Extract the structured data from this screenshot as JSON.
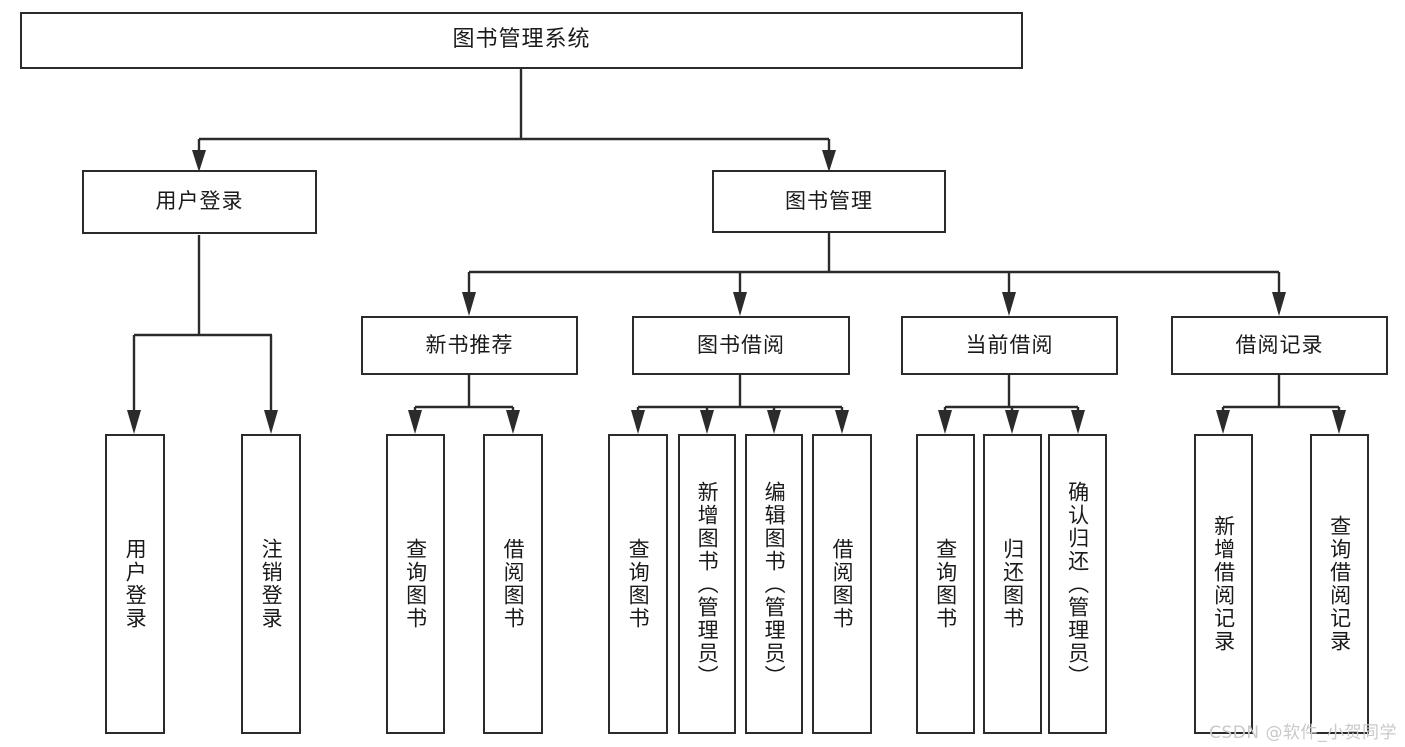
{
  "diagram": {
    "title": "图书管理系统",
    "type": "hierarchy-tree",
    "root": {
      "label": "图书管理系统"
    },
    "level2": [
      {
        "label": "用户登录"
      },
      {
        "label": "图书管理"
      }
    ],
    "level3": [
      {
        "label": "新书推荐",
        "parent": "图书管理"
      },
      {
        "label": "图书借阅",
        "parent": "图书管理"
      },
      {
        "label": "当前借阅",
        "parent": "图书管理"
      },
      {
        "label": "借阅记录",
        "parent": "图书管理"
      }
    ],
    "leaves": [
      {
        "label": "用户登录",
        "parent": "用户登录"
      },
      {
        "label": "注销登录",
        "parent": "用户登录"
      },
      {
        "label": "查询图书",
        "parent": "新书推荐"
      },
      {
        "label": "借阅图书",
        "parent": "新书推荐"
      },
      {
        "label": "查询图书",
        "parent": "图书借阅"
      },
      {
        "label": "新增图书（管理员）",
        "parent": "图书借阅"
      },
      {
        "label": "编辑图书（管理员）",
        "parent": "图书借阅"
      },
      {
        "label": "借阅图书",
        "parent": "图书借阅"
      },
      {
        "label": "查询图书",
        "parent": "当前借阅"
      },
      {
        "label": "归还图书",
        "parent": "当前借阅"
      },
      {
        "label": "确认归还（管理员）",
        "parent": "当前借阅"
      },
      {
        "label": "新增借阅记录",
        "parent": "借阅记录"
      },
      {
        "label": "查询借阅记录",
        "parent": "借阅记录"
      }
    ]
  },
  "watermark": {
    "text": "CSDN @软件_小贺同学"
  },
  "colors": {
    "stroke": "#2b2b2b",
    "background": "#ffffff",
    "text": "#1a1a1a",
    "watermark": "#c9c9c9"
  }
}
